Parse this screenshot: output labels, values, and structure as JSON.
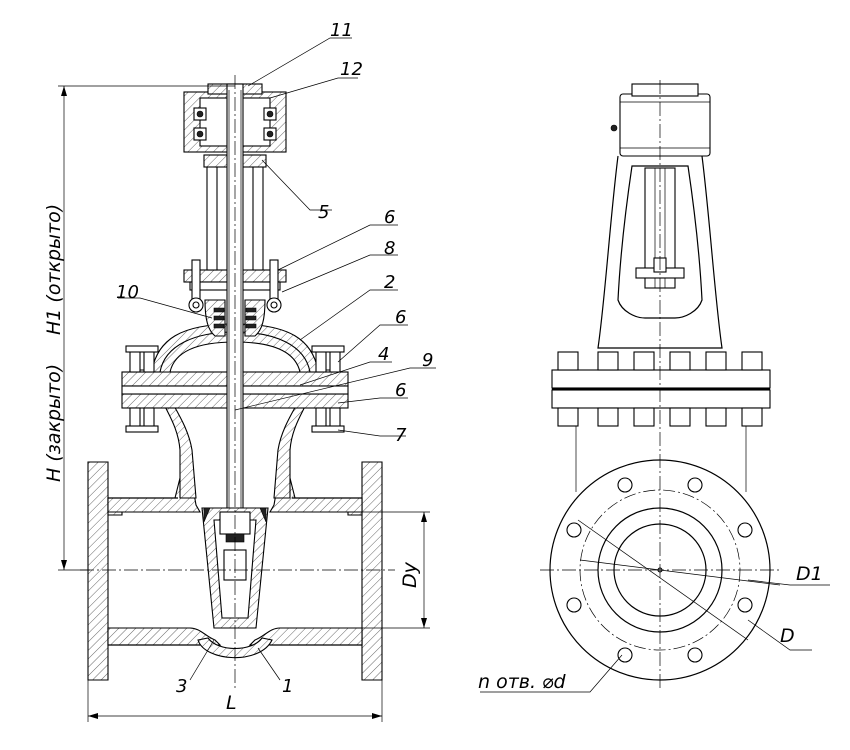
{
  "callouts": {
    "n1": "1",
    "n2": "2",
    "n3": "3",
    "n4": "4",
    "n5": "5",
    "n6a": "6",
    "n6b": "6",
    "n6c": "6",
    "n7": "7",
    "n8": "8",
    "n9": "9",
    "n10": "10",
    "n11": "11",
    "n12": "12"
  },
  "dimensions": {
    "H": "H (закрыто)",
    "H1": "H1 (открыто)",
    "Dy": "Dy",
    "L": "L",
    "D1": "D1",
    "D": "D",
    "holes": "n отв. ⌀d"
  }
}
